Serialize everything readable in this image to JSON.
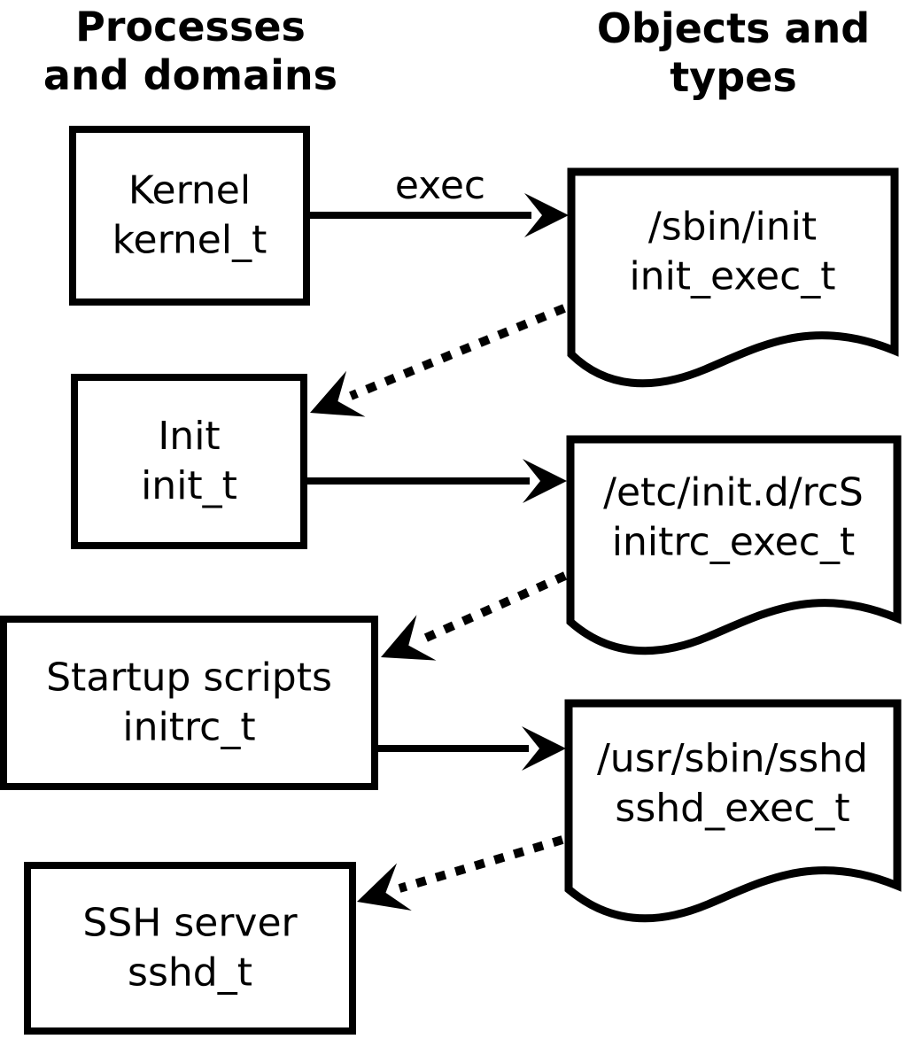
{
  "diagram": {
    "kind": "SELinux domain transition flow",
    "colors": {
      "ink": "#000000",
      "background": "#ffffff"
    }
  },
  "headers": {
    "left": {
      "line1": "Processes",
      "line2": "and domains"
    },
    "right": {
      "line1": "Objects and",
      "line2": "types"
    }
  },
  "processes": [
    {
      "label": "Kernel",
      "domain": "kernel_t"
    },
    {
      "label": "Init",
      "domain": "init_t"
    },
    {
      "label": "Startup scripts",
      "domain": "initrc_t"
    },
    {
      "label": "SSH server",
      "domain": "sshd_t"
    }
  ],
  "objects": [
    {
      "path": "/sbin/init",
      "type": "init_exec_t"
    },
    {
      "path": "/etc/init.d/rcS",
      "type": "initrc_exec_t"
    },
    {
      "path": "/usr/sbin/sshd",
      "type": "sshd_exec_t"
    }
  ],
  "arrows": {
    "solid_arrows": [
      {
        "from": "Kernel / kernel_t",
        "to": "/sbin/init",
        "label": "exec"
      },
      {
        "from": "Init / init_t",
        "to": "/etc/init.d/rcS",
        "label": ""
      },
      {
        "from": "Startup scripts / initrc_t",
        "to": "/usr/sbin/sshd",
        "label": ""
      }
    ],
    "dotted_arrows": [
      {
        "from": "/sbin/init",
        "to": "Init / init_t"
      },
      {
        "from": "/etc/init.d/rcS",
        "to": "Startup scripts / initrc_t"
      },
      {
        "from": "/usr/sbin/sshd",
        "to": "SSH server / sshd_t"
      }
    ]
  }
}
